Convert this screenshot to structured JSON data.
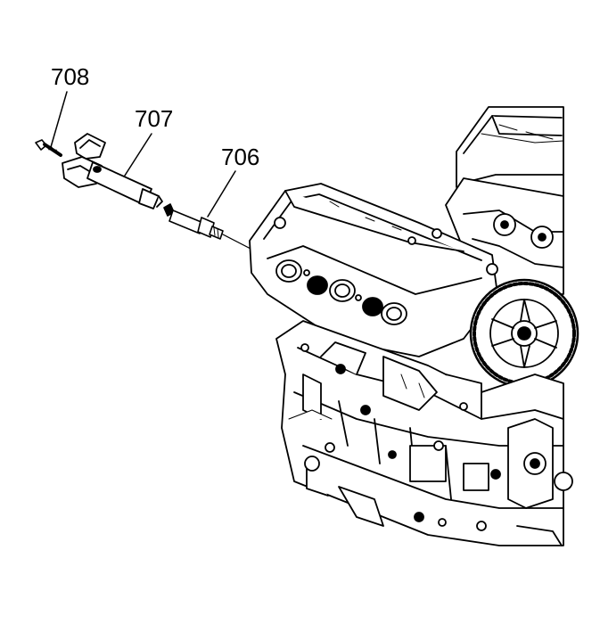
{
  "callouts": {
    "bolt": "708",
    "coil": "707",
    "spark_plug": "706"
  }
}
